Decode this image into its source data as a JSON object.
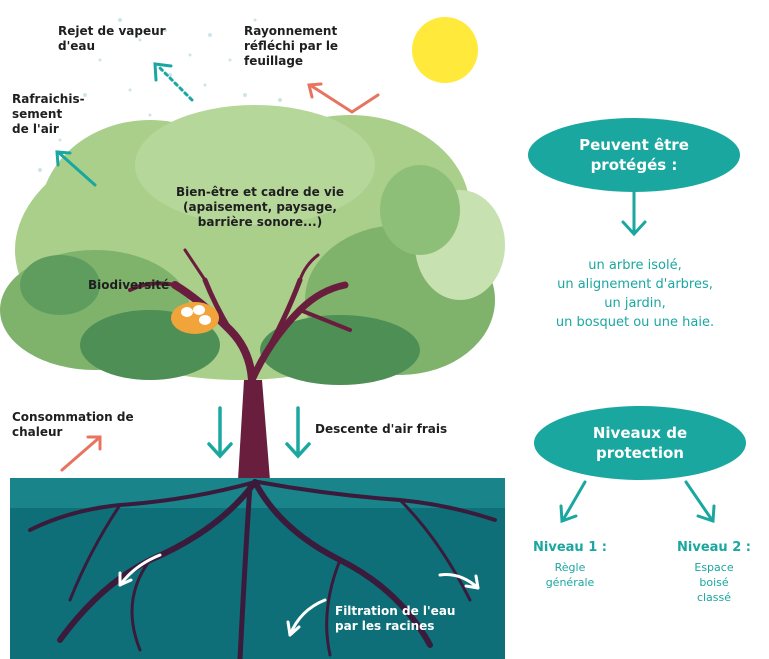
{
  "left": {
    "labels": {
      "vapeur": "Rejet de vapeur\nd'eau",
      "rayonnement": "Rayonnement\nréfléchi par le\nfeuillage",
      "rafraichissement": "Rafraichis-\nsement\nde l'air",
      "bien_etre": "Bien-être et cadre de vie\n(apaisement, paysage,\nbarrière sonore...)",
      "biodiversite": "Biodiversité",
      "consommation": "Consommation de\nchaleur",
      "descente": "Descente d'air frais",
      "filtration": "Filtration de l'eau\npar les racines"
    }
  },
  "right": {
    "protected_title": "Peuvent être\nprotégés :",
    "protected_items": "un arbre isolé,\nun alignement d'arbres,\nun jardin,\nun bosquet ou une haie.",
    "levels_title": "Niveaux de\nprotection",
    "level1": {
      "title": "Niveau 1 :",
      "desc": "Règle\ngénérale"
    },
    "level2": {
      "title": "Niveau 2 :",
      "desc": "Espace\nboisé\nclassé"
    }
  },
  "colors": {
    "teal": "#1aa7a0",
    "foliage_light": "#a9cf8b",
    "foliage_mid": "#7fb36c",
    "foliage_dark": "#4e8f56",
    "trunk": "#6a1e3d",
    "soil": "#0e6f78",
    "arrow_red": "#e8735f",
    "sun": "#ffe93a"
  },
  "icons": [
    "sun-icon",
    "bird-nest-icon"
  ]
}
